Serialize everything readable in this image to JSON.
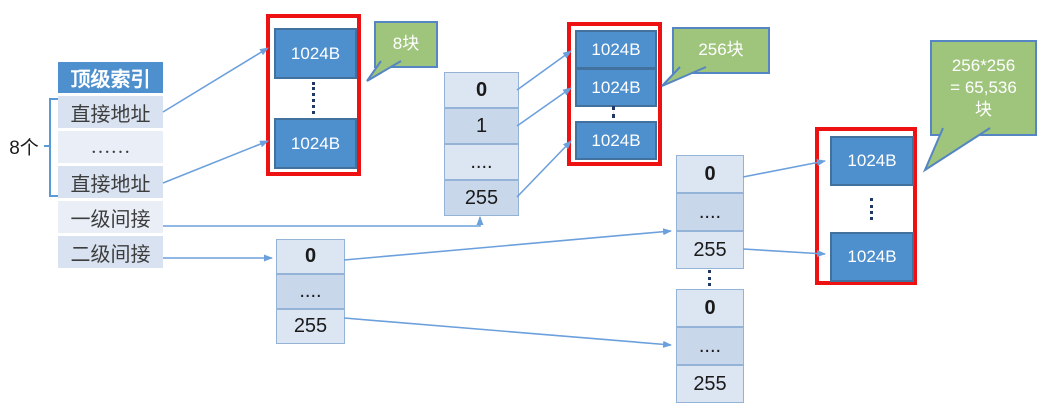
{
  "left_table": {
    "header": "顶级索引",
    "rows": [
      "直接地址",
      "……",
      "直接地址",
      "一级间接",
      "二级间接"
    ]
  },
  "brace_label": "8个",
  "labels": {
    "block": "1024B"
  },
  "bubbles": {
    "direct": "8块",
    "single_indirect": "256块",
    "double_indirect_lines": [
      "256*256",
      "= 65,536",
      "块"
    ]
  },
  "middle_table": {
    "rows": [
      "0",
      "1",
      "....",
      "255"
    ]
  },
  "lower_left_table": {
    "rows": [
      "0",
      "....",
      "255"
    ]
  },
  "right_table_top": {
    "rows": [
      "0",
      "....",
      "255"
    ]
  },
  "right_table_bottom": {
    "rows": [
      "0",
      "....",
      "255"
    ]
  },
  "colors": {
    "accent_blue": "#4e8fce",
    "block_border": "#41719c",
    "cell_light": "#dce6f2",
    "cell_dark": "#c9d7eb",
    "red_box": "#ee1111",
    "bubble_green": "#9fc57d",
    "bubble_border": "#5585c2",
    "arrow_blue": "#6ca0dc"
  }
}
